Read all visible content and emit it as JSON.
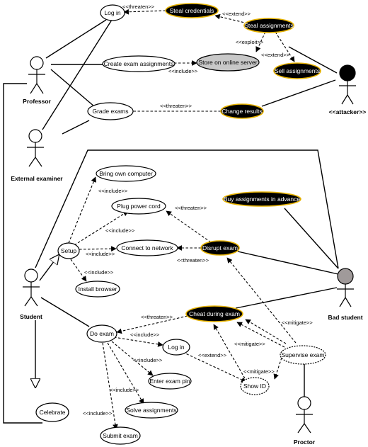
{
  "actors": {
    "professor": "Professor",
    "external_examiner": "External examiner",
    "attacker": "<<attacker>>",
    "student": "Student",
    "bad_student": "Bad student",
    "proctor": "Proctor"
  },
  "use_cases": {
    "log_in_top": "Log in",
    "create_exam_assignments": "Create exam assignments",
    "store_on_online_server": "Store on online server",
    "grade_exams": "Grade exams",
    "bring_own_computer": "Bring own computer",
    "plug_power_cord": "Plug power cord",
    "setup": "Setup",
    "connect_to_network": "Connect to network",
    "install_browser": "Install browser",
    "do_exam": "Do exam",
    "log_in_exam": "Log in",
    "enter_exam_pin": "Enter exam pin",
    "solve_assignments": "Solve assignments",
    "submit_exam": "Submit exam",
    "show_id": "Show ID",
    "supervise_exam": "Supervise exam",
    "celebrate": "Celebrate"
  },
  "misuse_cases": {
    "steal_credentials": "Steal credentials",
    "steal_assignments": "Steal assignments",
    "sell_assignments": "Sell assignments",
    "change_results": "Change results",
    "buy_assignments": "Buy assignments in advance",
    "disrupt_exam": "Disrupt exam",
    "cheat_during_exam": "Cheat during exam"
  },
  "relations": {
    "threaten_login": "<<threaten>>",
    "extend_steal_cred": "<<extend>>",
    "exploit": "<<exploit>>",
    "extend_sell": "<<extend>>",
    "include_store": "<<include>>",
    "threaten_grade": "<<threaten>>",
    "include_bring": "<<include>>",
    "include_plug": "<<include>>",
    "include_connect": "<<include>>",
    "include_install": "<<include>>",
    "threaten_plug": "<<threaten>>",
    "threaten_connect": "<<threaten>>",
    "threaten_doexam": "<<threaten>>",
    "include_login2": "<<include>>",
    "include_pin": "<<include>>",
    "include_solve": "<<include>>",
    "include_submit": "<<include>>",
    "extend_showid": "<<extend>>",
    "mitigate_showid": "<<mitigate>>",
    "mitigate_cheat": "<<mitigate>>",
    "mitigate_cheat2": "<<mitigate>>",
    "mitigate_disrupt": "<<mitigate>>"
  },
  "colors": {
    "misuse_fill": "#000000",
    "misuse_border": "#e8b400",
    "server_fill": "#c8c8c8",
    "bad_student_head": "#a09a9a"
  }
}
